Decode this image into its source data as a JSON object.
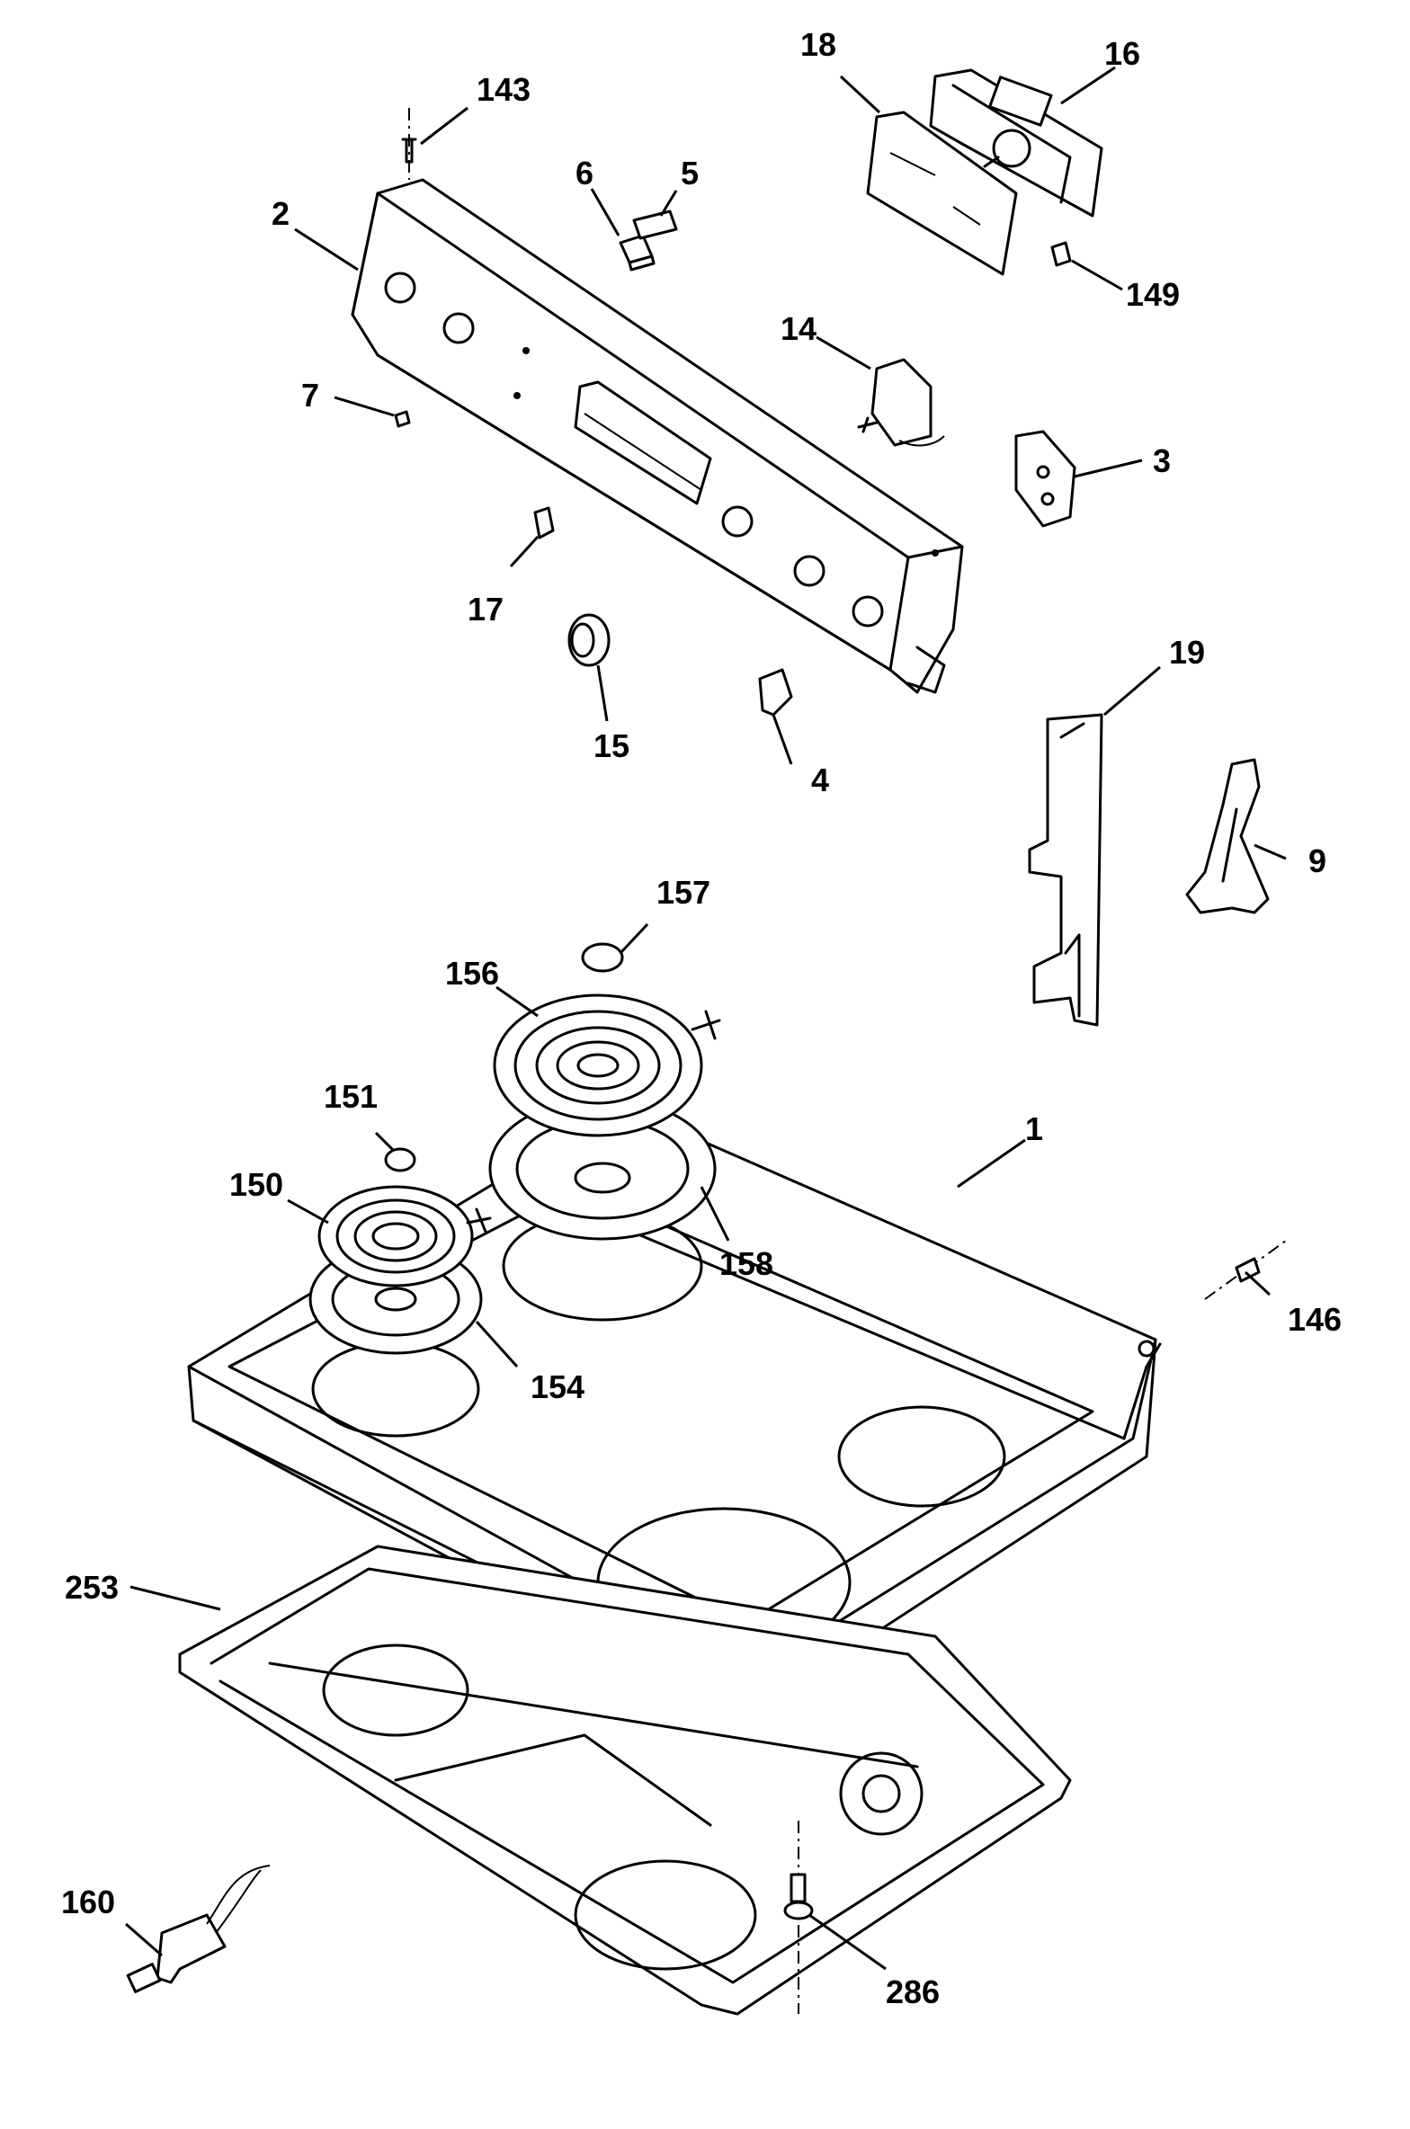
{
  "diagram": {
    "callouts": [
      {
        "id": "143",
        "label": "143"
      },
      {
        "id": "2",
        "label": "2"
      },
      {
        "id": "6",
        "label": "6"
      },
      {
        "id": "5",
        "label": "5"
      },
      {
        "id": "18",
        "label": "18"
      },
      {
        "id": "16",
        "label": "16"
      },
      {
        "id": "149",
        "label": "149"
      },
      {
        "id": "14",
        "label": "14"
      },
      {
        "id": "7",
        "label": "7"
      },
      {
        "id": "3",
        "label": "3"
      },
      {
        "id": "17",
        "label": "17"
      },
      {
        "id": "15",
        "label": "15"
      },
      {
        "id": "4",
        "label": "4"
      },
      {
        "id": "19",
        "label": "19"
      },
      {
        "id": "9",
        "label": "9"
      },
      {
        "id": "157",
        "label": "157"
      },
      {
        "id": "156",
        "label": "156"
      },
      {
        "id": "151",
        "label": "151"
      },
      {
        "id": "1",
        "label": "1"
      },
      {
        "id": "150",
        "label": "150"
      },
      {
        "id": "158",
        "label": "158"
      },
      {
        "id": "146",
        "label": "146"
      },
      {
        "id": "154",
        "label": "154"
      },
      {
        "id": "253",
        "label": "253"
      },
      {
        "id": "160",
        "label": "160"
      },
      {
        "id": "286",
        "label": "286"
      }
    ]
  }
}
